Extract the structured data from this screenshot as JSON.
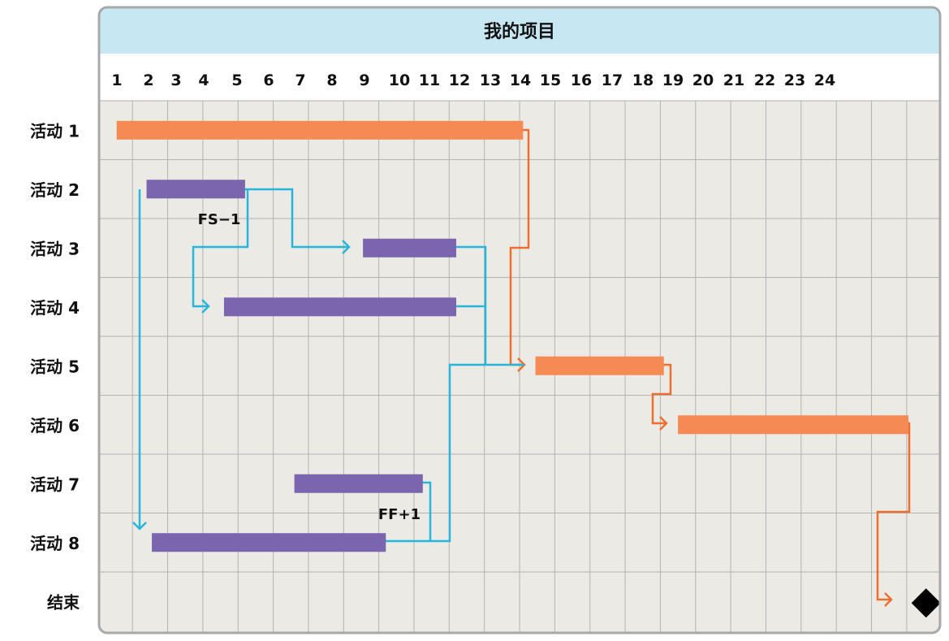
{
  "project_title": "我的项目",
  "columns": [
    "1",
    "2",
    "3",
    "4",
    "5",
    "6",
    "7",
    "8",
    "9",
    "10",
    "11",
    "12",
    "13",
    "14",
    "15",
    "16",
    "17",
    "18",
    "19",
    "20",
    "21",
    "22",
    "23",
    "24"
  ],
  "rows": [
    "活动 1",
    "活动 2",
    "活动 3",
    "活动 4",
    "活动 5",
    "活动 6",
    "活动 7",
    "活动 8",
    "结束"
  ],
  "tasks": [
    {
      "row": 0,
      "start": 0.5,
      "end": 12.05,
      "kind": "critical"
    },
    {
      "row": 1,
      "start": 1.35,
      "end": 4.15,
      "kind": "normal"
    },
    {
      "row": 2,
      "start": 7.5,
      "end": 10.15,
      "kind": "normal"
    },
    {
      "row": 3,
      "start": 3.55,
      "end": 10.15,
      "kind": "normal"
    },
    {
      "row": 4,
      "start": 12.4,
      "end": 16.05,
      "kind": "critical"
    },
    {
      "row": 5,
      "start": 16.45,
      "end": 23.0,
      "kind": "critical"
    },
    {
      "row": 6,
      "start": 5.55,
      "end": 9.2,
      "kind": "normal"
    },
    {
      "row": 7,
      "start": 1.5,
      "end": 8.15,
      "kind": "normal"
    }
  ],
  "milestone": {
    "row": 8,
    "at": 23.5
  },
  "dependencies": [
    {
      "from_task": "活动 1",
      "to_task": "活动 5",
      "kind": "critical"
    },
    {
      "from_task": "活动 5",
      "to_task": "活动 6",
      "kind": "critical"
    },
    {
      "from_task": "活动 6",
      "to_task": "结束",
      "kind": "critical"
    },
    {
      "from_task": "活动 2",
      "to_task": "活动 3",
      "kind": "normal"
    },
    {
      "from_task": "活动 2",
      "to_task": "活动 4",
      "kind": "normal",
      "lag_label": "FS−1"
    },
    {
      "from_task": "活动 3",
      "to_task": "活动 5",
      "kind": "normal"
    },
    {
      "from_task": "活动 4",
      "to_task": "活动 5",
      "kind": "normal"
    },
    {
      "from_task": "活动 2",
      "to_task": "活动 8",
      "kind": "normal"
    },
    {
      "from_task": "活动 8",
      "to_task": "活动 5",
      "kind": "normal"
    },
    {
      "from_task": "活动 8",
      "to_task": "活动 7",
      "kind": "normal",
      "lag_label": "FF+1"
    }
  ],
  "colors": {
    "title_band": "#c7e7f2",
    "grid_bg": "#eceae5",
    "grid_line": "#b3b3b3",
    "border": "#a8a8a8",
    "critical_bar": "#f58a55",
    "normal_bar": "#7b65ae",
    "critical_link": "#ee6e30",
    "normal_link": "#27b6d9",
    "milestone": "#000000"
  }
}
